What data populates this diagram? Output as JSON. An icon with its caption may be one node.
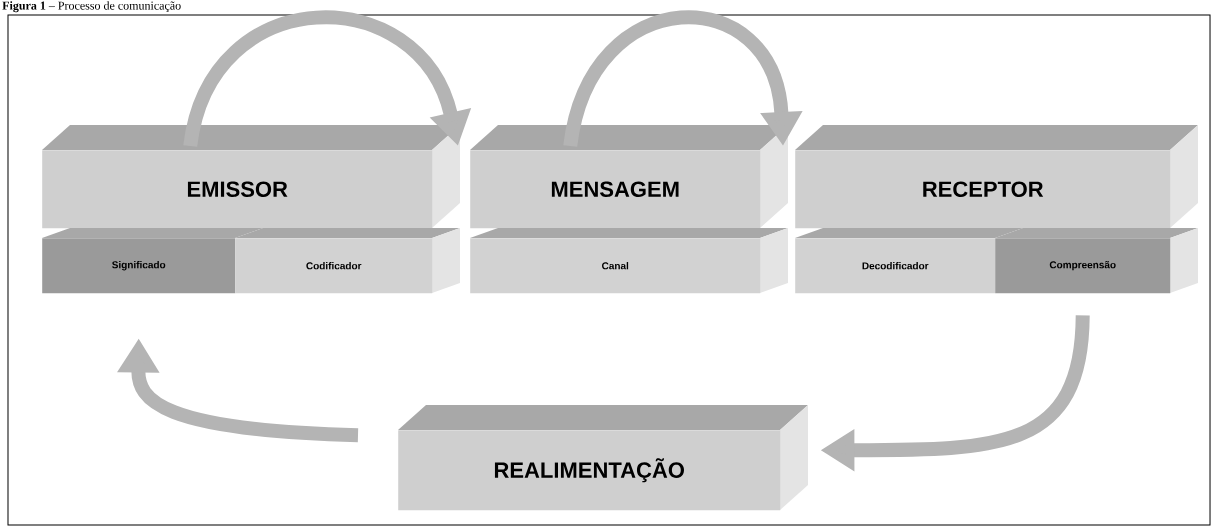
{
  "diagram": {
    "title": "**Figura 1** – Processo de comunicação",
    "nodes": [
      {
        "text": [
          "EMISSOR"
        ]
      },
      {
        "text": [
          "Significado"
        ]
      },
      {
        "text": [
          "Codificador"
        ]
      },
      {
        "text": [
          "MENSAGEM"
        ]
      },
      {
        "text": [
          "Canal"
        ]
      },
      {
        "text": [
          "RECEPTOR"
        ]
      },
      {
        "text": [
          "Decodificador"
        ]
      },
      {
        "text": [
          "Compreensão"
        ]
      },
      {
        "text": [
          "REALIMENTAÇÃO"
        ]
      }
    ],
    "edges": [
      {
        "from": 0,
        "to": 3,
        "arrow": "to"
      },
      {
        "from": 3,
        "to": 5,
        "arrow": "to"
      },
      {
        "from": 7,
        "to": 8,
        "arrow": "to"
      },
      {
        "from": 8,
        "to": 1,
        "arrow": "to"
      }
    ]
  }
}
